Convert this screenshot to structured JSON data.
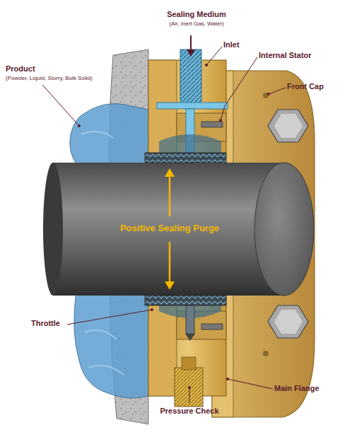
{
  "diagram": {
    "labels": [
      "Sealing Medium",
      "(Air, Inert Gas, Water)",
      "Inlet",
      "Internal Stator",
      "Front Cap",
      "Product",
      "(Powder, Liquid, Slurry, Bulk Solid)",
      "Positive Sealing Purge",
      "Throttle",
      "Main Flange",
      "Pressure Check"
    ]
  }
}
